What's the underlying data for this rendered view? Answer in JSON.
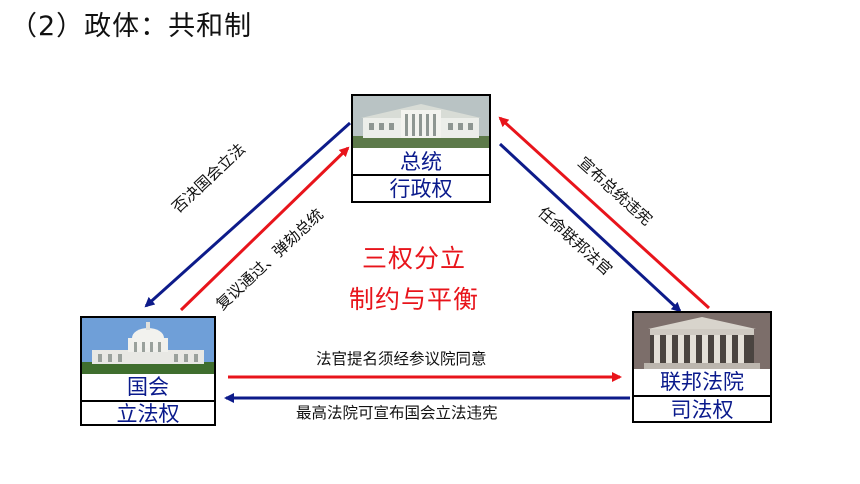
{
  "title": "（2）政体：共和制",
  "president": {
    "name": "总统",
    "power": "行政权"
  },
  "congress": {
    "name": "国会",
    "power": "立法权"
  },
  "court": {
    "name": "联邦法院",
    "power": "司法权"
  },
  "center": {
    "line1": "三权分立",
    "line2": "制约与平衡"
  },
  "edges": {
    "president_to_congress": "否决国会立法",
    "congress_to_president": "复议通过、弹劾总统",
    "court_to_president": "宣布总统违宪",
    "president_to_court": "任命联邦法官",
    "congress_to_court": "法官提名须经参议院同意",
    "court_to_congress": "最高法院可宣布国会立法违宪"
  },
  "colors": {
    "red_arrow": "#e8141b",
    "blue_arrow": "#0d1b8a",
    "label_blue": "#0a1a8c"
  }
}
